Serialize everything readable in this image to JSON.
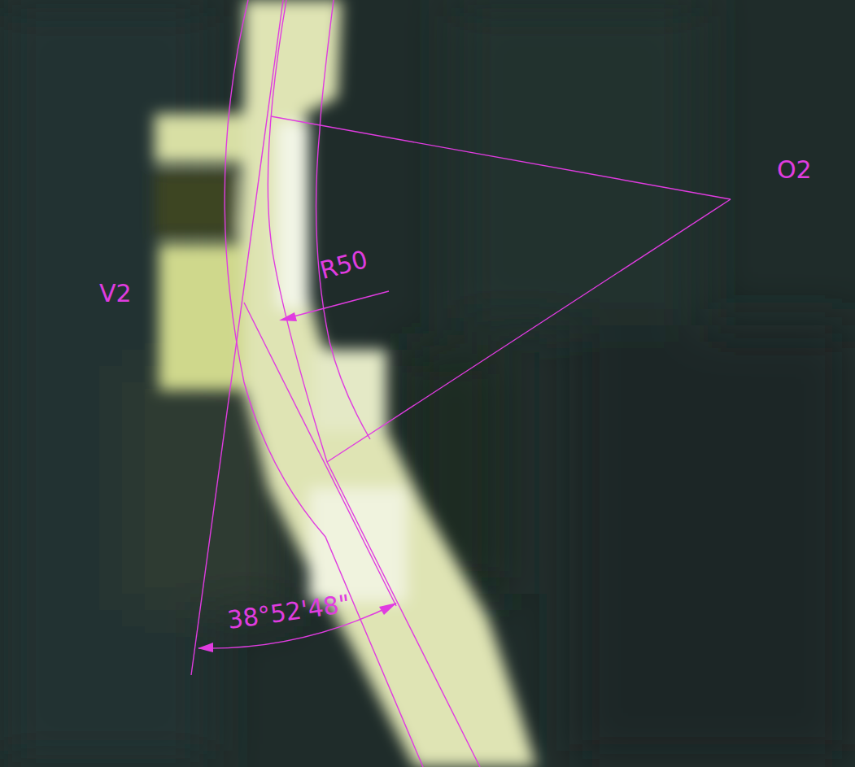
{
  "diagram": {
    "labels": [
      "O2",
      "V2",
      "R50",
      "38°52'48\""
    ]
  }
}
